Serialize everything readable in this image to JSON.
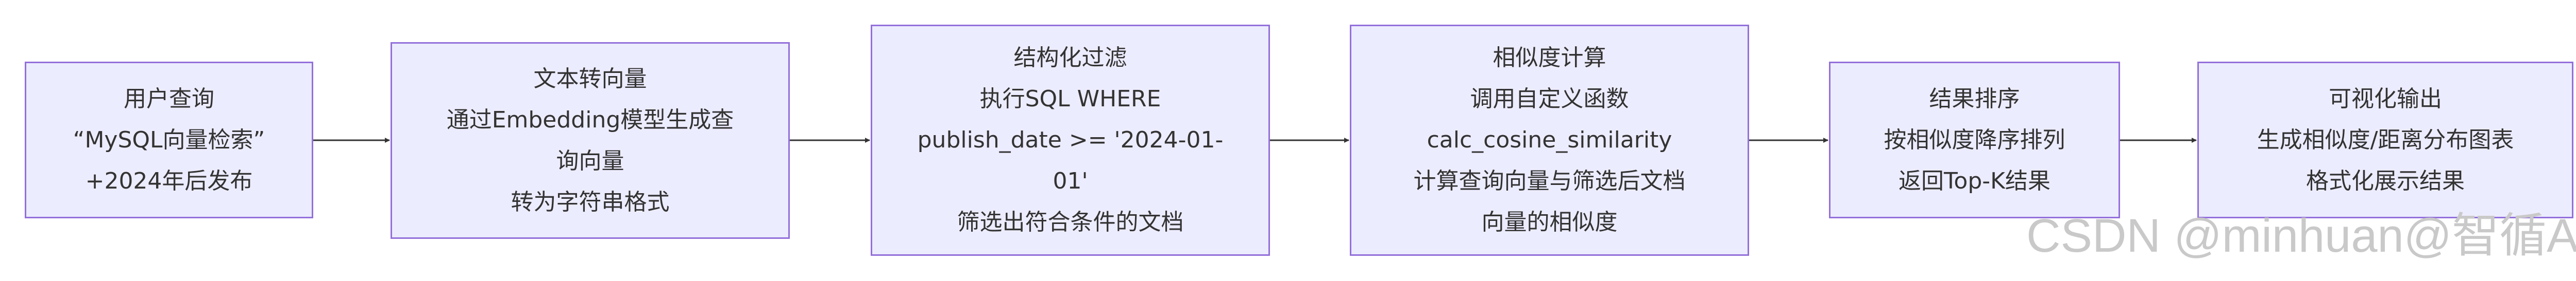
{
  "colors": {
    "node_fill": "#ECECFF",
    "node_border": "#9370DB",
    "edge": "#333333",
    "text": "#333333",
    "watermark": "#C9C9C9"
  },
  "nodes": [
    {
      "id": "query",
      "lines": [
        "用户查询",
        "“MySQL向量检索”",
        "+2024年后发布"
      ]
    },
    {
      "id": "vectorize",
      "lines": [
        "文本转向量",
        "通过Embedding模型生成查",
        "询向量",
        "转为字符串格式"
      ]
    },
    {
      "id": "filter",
      "lines": [
        "结构化过滤",
        "执行SQL WHERE",
        "publish_date >= '2024-01-",
        "01'",
        "筛选出符合条件的文档"
      ]
    },
    {
      "id": "similarity",
      "lines": [
        "相似度计算",
        "调用自定义函数",
        "calc_cosine_similarity",
        "计算查询向量与筛选后文档",
        "向量的相似度"
      ]
    },
    {
      "id": "sort",
      "lines": [
        "结果排序",
        "按相似度降序排列",
        "返回Top-K结果"
      ]
    },
    {
      "id": "output",
      "lines": [
        "可视化输出",
        "生成相似度/距离分布图表",
        "格式化展示结果"
      ]
    }
  ],
  "edges": [
    {
      "from": "query",
      "to": "vectorize"
    },
    {
      "from": "vectorize",
      "to": "filter"
    },
    {
      "from": "filter",
      "to": "similarity"
    },
    {
      "from": "similarity",
      "to": "sort"
    },
    {
      "from": "sort",
      "to": "output"
    }
  ],
  "watermark": "CSDN @minhuan@智循AI"
}
